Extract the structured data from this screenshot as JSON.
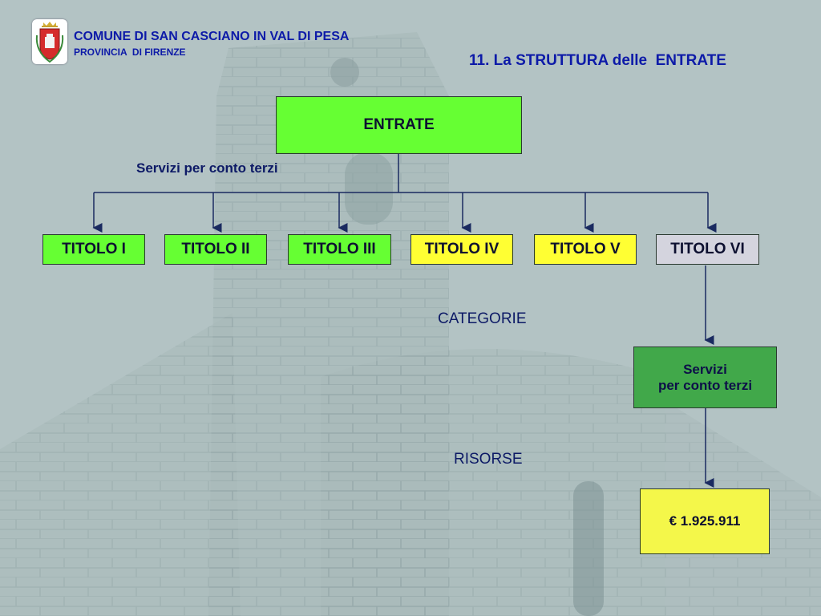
{
  "header": {
    "org_name": "COMUNE DI SAN CASCIANO IN VAL DI PESA",
    "province": "PROVINCIA  DI FIRENZE",
    "slide_title": "11. La STRUTTURA delle  ENTRATE"
  },
  "diagram": {
    "root": "ENTRATE",
    "branch_label": "Servizi per conto terzi",
    "titoli": [
      "TITOLO I",
      "TITOLO II",
      "TITOLO III",
      "TITOLO IV",
      "TITOLO V",
      "TITOLO VI"
    ],
    "level_categorie": "CATEGORIE",
    "level_risorse": "RISORSE",
    "servizi_box": {
      "line1": "Servizi",
      "line2": "per conto terzi"
    },
    "amount": "€ 1.925.911"
  },
  "colors": {
    "green": "#66ff33",
    "yellow": "#ffff33",
    "grey": "#d4d4de",
    "dark_green": "#41a84a",
    "text": "#0d1a66"
  }
}
